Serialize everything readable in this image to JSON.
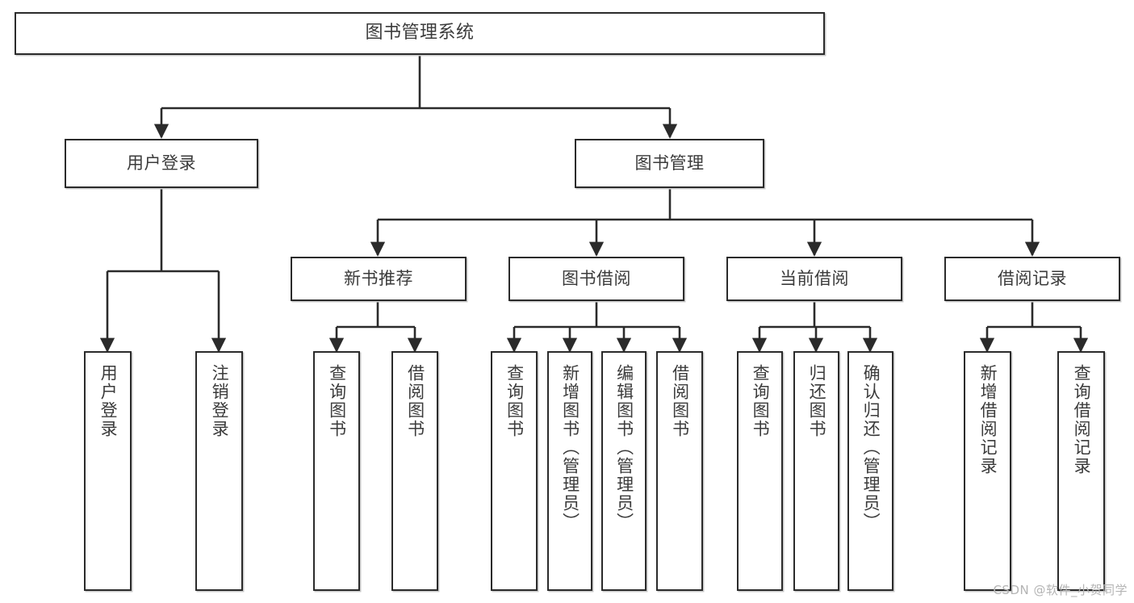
{
  "diagram": {
    "title": "图书管理系统",
    "type": "tree",
    "watermark": "CSDN @软件_小贺同学",
    "colors": {
      "node_border": "#2b2b2b",
      "node_fill": "#ffffff",
      "edge": "#2b2b2b",
      "text": "#3b3b3b",
      "watermark": "#b4b4b4",
      "background": "#ffffff"
    },
    "nodes": {
      "root": {
        "label": "图书管理系统"
      },
      "level2": [
        {
          "label": "用户登录"
        },
        {
          "label": "图书管理"
        }
      ],
      "level3": [
        {
          "label": "新书推荐"
        },
        {
          "label": "图书借阅"
        },
        {
          "label": "当前借阅"
        },
        {
          "label": "借阅记录"
        }
      ],
      "leaves": [
        {
          "label": "用户登录"
        },
        {
          "label": "注销登录"
        },
        {
          "label": "查询图书"
        },
        {
          "label": "借阅图书"
        },
        {
          "label": "查询图书"
        },
        {
          "label": "新增图书（管理员）"
        },
        {
          "label": "编辑图书（管理员）"
        },
        {
          "label": "借阅图书"
        },
        {
          "label": "查询图书"
        },
        {
          "label": "归还图书"
        },
        {
          "label": "确认归还（管理员）"
        },
        {
          "label": "新增借阅记录"
        },
        {
          "label": "查询借阅记录"
        }
      ]
    }
  }
}
